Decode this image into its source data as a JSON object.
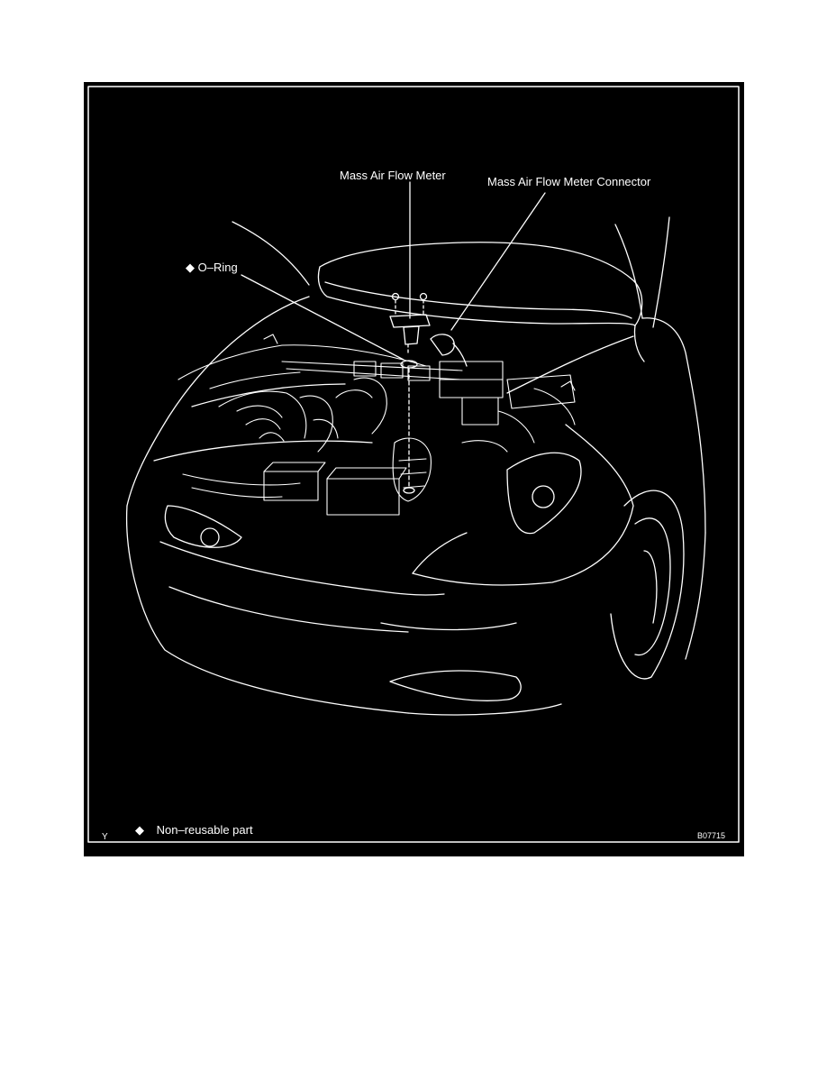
{
  "labels": {
    "mass_air_flow_meter": "Mass Air Flow Meter",
    "mass_air_flow_meter_connector": "Mass Air Flow Meter Connector",
    "o_ring_symbol": "◆",
    "o_ring": "O–Ring",
    "legend_symbol": "◆",
    "legend_text": "Non–reusable part",
    "figure_code": "B07715",
    "corner_mark": "Y"
  },
  "colors": {
    "background": "#000000",
    "line": "#ffffff",
    "page": "#ffffff"
  }
}
